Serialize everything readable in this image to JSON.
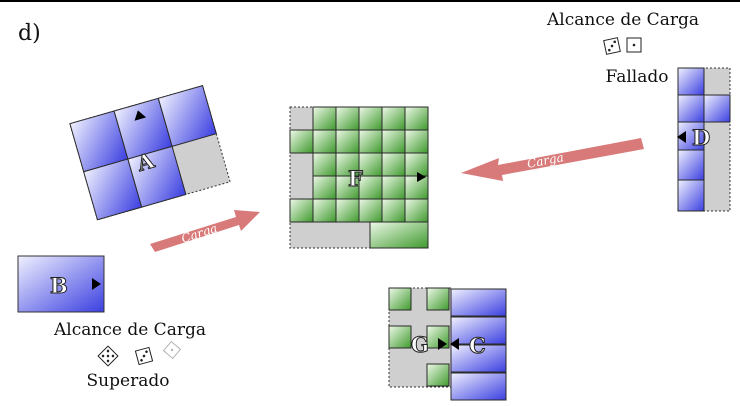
{
  "panel_label": "d)",
  "charge_label": "Carga",
  "units": {
    "A": "A",
    "B": "B",
    "C": "C",
    "D": "D",
    "F": "F",
    "G": "G"
  },
  "top_right": {
    "title": "Alcance de Carga",
    "result": "Fallado",
    "dice": [
      3,
      1
    ]
  },
  "bottom_left": {
    "title": "Alcance de Carga",
    "result": "Superado",
    "dice": [
      5,
      3,
      1
    ]
  },
  "colors": {
    "blue_fill_light": "#e6e9ff",
    "blue_fill_dark": "#3b3fe0",
    "green_fill_light": "#e4f5dc",
    "green_fill_dark": "#3f9a2e",
    "empty_grey": "#cfcfcf",
    "arrow": "#d97a7a"
  }
}
